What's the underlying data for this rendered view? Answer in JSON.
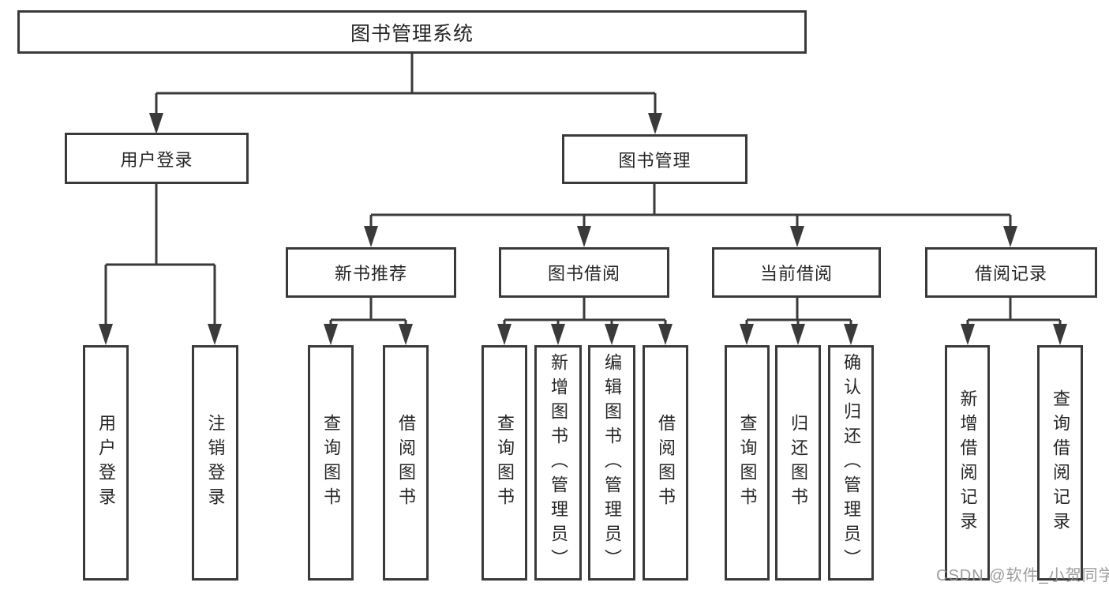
{
  "diagram": {
    "root": {
      "label": "图书管理系统"
    },
    "branches": [
      {
        "label": "用户登录",
        "children": [
          {
            "label": "用户登录"
          },
          {
            "label": "注销登录"
          }
        ]
      },
      {
        "label": "图书管理",
        "children": [
          {
            "label": "新书推荐",
            "children": [
              {
                "label": "查询图书"
              },
              {
                "label": "借阅图书"
              }
            ]
          },
          {
            "label": "图书借阅",
            "children": [
              {
                "label": "查询图书"
              },
              {
                "label": "新增图书（管理员）"
              },
              {
                "label": "编辑图书（管理员）"
              },
              {
                "label": "借阅图书"
              }
            ]
          },
          {
            "label": "当前借阅",
            "children": [
              {
                "label": "查询图书"
              },
              {
                "label": "归还图书"
              },
              {
                "label": "确认归还（管理员）"
              }
            ]
          },
          {
            "label": "借阅记录",
            "children": [
              {
                "label": "新增借阅记录"
              },
              {
                "label": "查询借阅记录"
              }
            ]
          }
        ]
      }
    ]
  },
  "watermark": {
    "text": "CSDN @软件_小贺同学"
  },
  "colors": {
    "line": "#3a3a3a",
    "text": "#262626",
    "watermark": "#919191",
    "background": "#ffffff"
  }
}
